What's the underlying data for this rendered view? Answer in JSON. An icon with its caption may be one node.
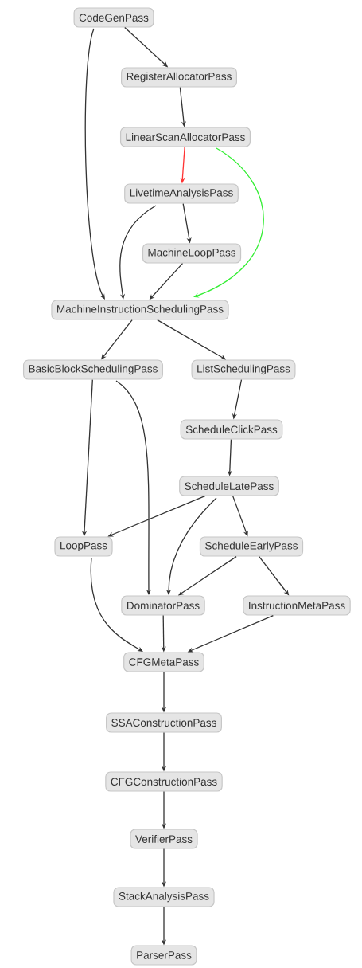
{
  "diagram": {
    "nodes": [
      {
        "text": [
          "CodeGenPass"
        ]
      },
      {
        "text": [
          "RegisterAllocatorPass"
        ]
      },
      {
        "text": [
          "LinearScanAllocatorPass"
        ]
      },
      {
        "text": [
          "LivetimeAnalysisPass"
        ]
      },
      {
        "text": [
          "MachineLoopPass"
        ]
      },
      {
        "text": [
          "MachineInstructionSchedulingPass"
        ]
      },
      {
        "text": [
          "BasicBlockSchedulingPass"
        ]
      },
      {
        "text": [
          "ListSchedulingPass"
        ]
      },
      {
        "text": [
          "ScheduleClickPass"
        ]
      },
      {
        "text": [
          "ScheduleLatePass"
        ]
      },
      {
        "text": [
          "LoopPass"
        ]
      },
      {
        "text": [
          "ScheduleEarlyPass"
        ]
      },
      {
        "text": [
          "DominatorPass"
        ]
      },
      {
        "text": [
          "InstructionMetaPass"
        ]
      },
      {
        "text": [
          "CFGMetaPass"
        ]
      },
      {
        "text": [
          "SSAConstructionPass"
        ]
      },
      {
        "text": [
          "CFGConstructionPass"
        ]
      },
      {
        "text": [
          "VerifierPass"
        ]
      },
      {
        "text": [
          "StackAnalysisPass"
        ]
      },
      {
        "text": [
          "ParserPass"
        ]
      }
    ],
    "edges": [
      {
        "from": 0,
        "to": 1,
        "arrow": "to"
      },
      {
        "from": 0,
        "to": 5,
        "arrow": "to"
      },
      {
        "from": 1,
        "to": 2,
        "arrow": "to"
      },
      {
        "from": 2,
        "to": 3,
        "arrow": "to",
        "color": "#ff3333"
      },
      {
        "from": 2,
        "to": 5,
        "arrow": "to",
        "color": "#33ee33"
      },
      {
        "from": 3,
        "to": 4,
        "arrow": "to"
      },
      {
        "from": 3,
        "to": 5,
        "arrow": "to"
      },
      {
        "from": 4,
        "to": 5,
        "arrow": "to"
      },
      {
        "from": 5,
        "to": 6,
        "arrow": "to"
      },
      {
        "from": 5,
        "to": 7,
        "arrow": "to"
      },
      {
        "from": 6,
        "to": 10,
        "arrow": "to"
      },
      {
        "from": 6,
        "to": 12,
        "arrow": "to"
      },
      {
        "from": 7,
        "to": 8,
        "arrow": "to"
      },
      {
        "from": 8,
        "to": 9,
        "arrow": "to"
      },
      {
        "from": 9,
        "to": 10,
        "arrow": "to"
      },
      {
        "from": 9,
        "to": 12,
        "arrow": "to"
      },
      {
        "from": 9,
        "to": 11,
        "arrow": "to"
      },
      {
        "from": 11,
        "to": 12,
        "arrow": "to"
      },
      {
        "from": 11,
        "to": 13,
        "arrow": "to"
      },
      {
        "from": 10,
        "to": 14,
        "arrow": "to"
      },
      {
        "from": 12,
        "to": 14,
        "arrow": "to"
      },
      {
        "from": 13,
        "to": 14,
        "arrow": "to"
      },
      {
        "from": 14,
        "to": 15,
        "arrow": "to"
      },
      {
        "from": 15,
        "to": 16,
        "arrow": "to"
      },
      {
        "from": 16,
        "to": 17,
        "arrow": "to"
      },
      {
        "from": 17,
        "to": 18,
        "arrow": "to"
      },
      {
        "from": 18,
        "to": 19,
        "arrow": "to"
      }
    ]
  }
}
